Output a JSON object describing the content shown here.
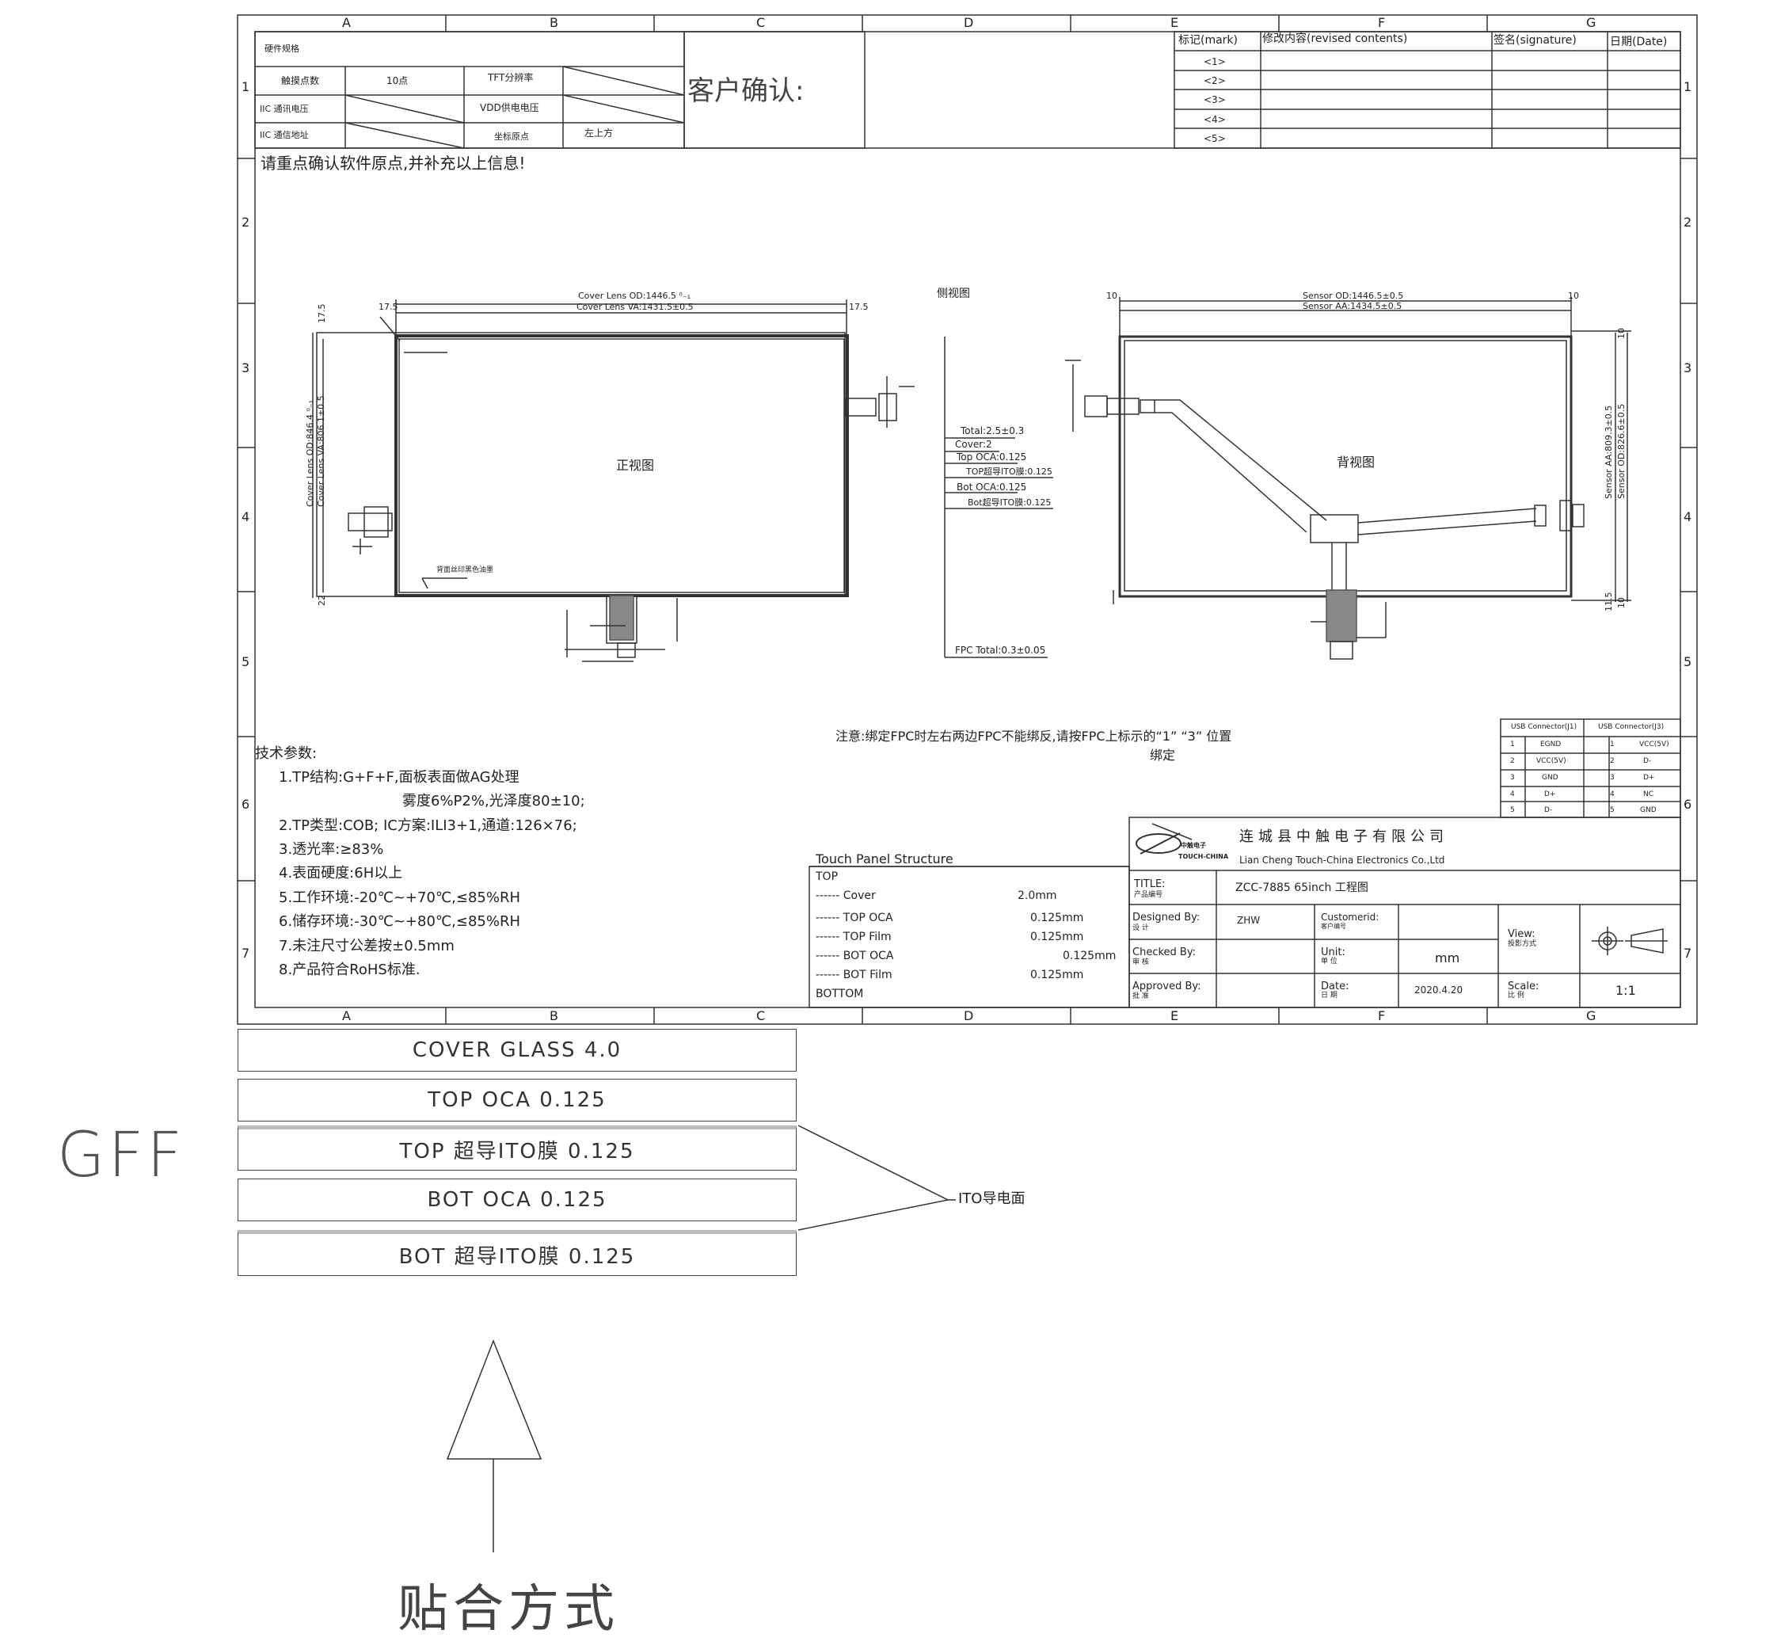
{
  "grid": {
    "columns": [
      "A",
      "B",
      "C",
      "D",
      "E",
      "F",
      "G"
    ],
    "rows": [
      "1",
      "2",
      "3",
      "4",
      "5",
      "6",
      "7"
    ]
  },
  "spec_table": {
    "title": "硬件规格",
    "rows": [
      {
        "label1": "触摸点数",
        "value1": "10点",
        "label2": "TFT分辨率",
        "value2": ""
      },
      {
        "label1": "IIC 通讯电压",
        "value1": "",
        "label2": "VDD供电电压",
        "value2": ""
      },
      {
        "label1": "IIC 通信地址",
        "value1": "",
        "label2": "坐标原点",
        "value2": "左上方"
      }
    ]
  },
  "customer_confirm": "客户确认:",
  "revision_table": {
    "headers": [
      "标记(mark)",
      "修改内容(revised contents)",
      "签名(signature)",
      "日期(Date)"
    ],
    "marks": [
      "<1>",
      "<2>",
      "<3>",
      "<4>",
      "<5>"
    ]
  },
  "note_confirm_origin": "请重点确认软件原点,并补充以上信息!",
  "front_view": {
    "title": "正视图",
    "dim_od_width": "Cover Lens OD:1446.5 ⁰₋₁",
    "dim_va_width": "Cover Lens VA:1431.5±0.5",
    "dim_od_height": "Cover Lens OD:846.4 ⁰₋₁",
    "dim_va_height": "Cover Lens VA:806.1±0.5",
    "margin_left": "17.5",
    "margin_right": "17.5",
    "margin_top": "17.5",
    "margin_bottom": "22",
    "ink_label": "背面丝印黑色油墨"
  },
  "side_view": {
    "title": "侧视图",
    "labels": [
      "Total:2.5±0.3",
      "Cover:2",
      "Top OCA:0.125",
      "TOP超导ITO膜:0.125",
      "Bot OCA:0.125",
      "Bot超导ITO膜:0.125"
    ],
    "fpc_total": "FPC Total:0.3±0.05"
  },
  "back_view": {
    "title": "背视图",
    "dim_od_width": "Sensor OD:1446.5±0.5",
    "dim_aa_width": "Sensor AA:1434.5±0.5",
    "dim_aa_height": "Sensor AA:809.3±0.5",
    "dim_od_height": "Sensor OD:826.6±0.5",
    "margin_left": "10",
    "margin_right": "10",
    "margin_top": "10",
    "margin_bottom_a": "11.5",
    "margin_bottom_b": "10"
  },
  "fpc_note": {
    "line1": "注意:绑定FPC时左右两边FPC不能绑反,请按FPC上标示的“1” “3” 位置",
    "line2": "绑定"
  },
  "usb_table": {
    "headers": [
      "USB Connector(J1)",
      "USB Connector(J3)"
    ],
    "rows": [
      {
        "n1": "1",
        "p1": "EGND",
        "n2": "1",
        "p2": "VCC(5V)"
      },
      {
        "n1": "2",
        "p1": "VCC(5V)",
        "n2": "2",
        "p2": "D-"
      },
      {
        "n1": "3",
        "p1": "GND",
        "n2": "3",
        "p2": "D+"
      },
      {
        "n1": "4",
        "p1": "D+",
        "n2": "4",
        "p2": "NC"
      },
      {
        "n1": "5",
        "p1": "D-",
        "n2": "5",
        "p2": "GND"
      }
    ]
  },
  "tech_params": {
    "title": "技术参数:",
    "items": [
      "1.TP结构:G+F+F,面板表面做AG处理",
      "雾度6%P2%,光泽度80±10;",
      "2.TP类型:COB; IC方案:ILI3+1,通道:126×76;",
      "3.透光率:≥83%",
      "4.表面硬度:6H以上",
      "5.工作环境:-20℃~+70℃,≤85%RH",
      "6.储存环境:-30℃~+80℃,≤85%RH",
      "7.未注尺寸公差按±0.5mm",
      "8.产品符合RoHS标准."
    ]
  },
  "structure": {
    "title": "Touch Panel Structure",
    "top": "TOP",
    "rows": [
      {
        "name": "------ Cover",
        "value": "2.0mm"
      },
      {
        "name": "------ TOP OCA",
        "value": "0.125mm"
      },
      {
        "name": "------ TOP Film",
        "value": "0.125mm"
      },
      {
        "name": "------ BOT OCA",
        "value": "0.125mm"
      },
      {
        "name": "------ BOT Film",
        "value": "0.125mm"
      }
    ],
    "bottom": "BOTTOM"
  },
  "title_block": {
    "company_cn": "连城县中触电子有限公司",
    "company_en": "Lian Cheng Touch-China Electronics Co.,Ltd",
    "logo_text": "TOUCH-CHINA",
    "logo_cn": "中触电子",
    "title_label": "TITLE:",
    "title_label_cn": "产品编号",
    "title_value": "ZCC-7885 65inch  工程图",
    "designed_by_label": "Designed By:",
    "designed_by_cn": "设  计",
    "designed_by": "ZHW",
    "customerid_label": "Customerid:",
    "customerid_cn": "客户编号",
    "customerid": "",
    "view_label": "View:",
    "view_cn": "投影方式",
    "checked_by_label": "Checked By:",
    "checked_by_cn": "审  核",
    "checked_by": "",
    "unit_label": "Unit:",
    "unit_cn": "单  位",
    "unit": "mm",
    "approved_by_label": "Approved By:",
    "approved_by_cn": "批  准",
    "approved_by": "",
    "date_label": "Date:",
    "date_cn": "日  期",
    "date": "2020.4.20",
    "scale_label": "Scale:",
    "scale_cn": "比  例",
    "scale": "1:1"
  },
  "stack": {
    "layers": [
      "COVER GLASS 4.0",
      "TOP OCA 0.125",
      "TOP  超导ITO膜 0.125",
      "BOT OCA 0.125",
      "BOT  超导ITO膜 0.125"
    ],
    "ito_label": "ITO导电面",
    "gff": "GFF",
    "bonding": "贴合方式"
  }
}
